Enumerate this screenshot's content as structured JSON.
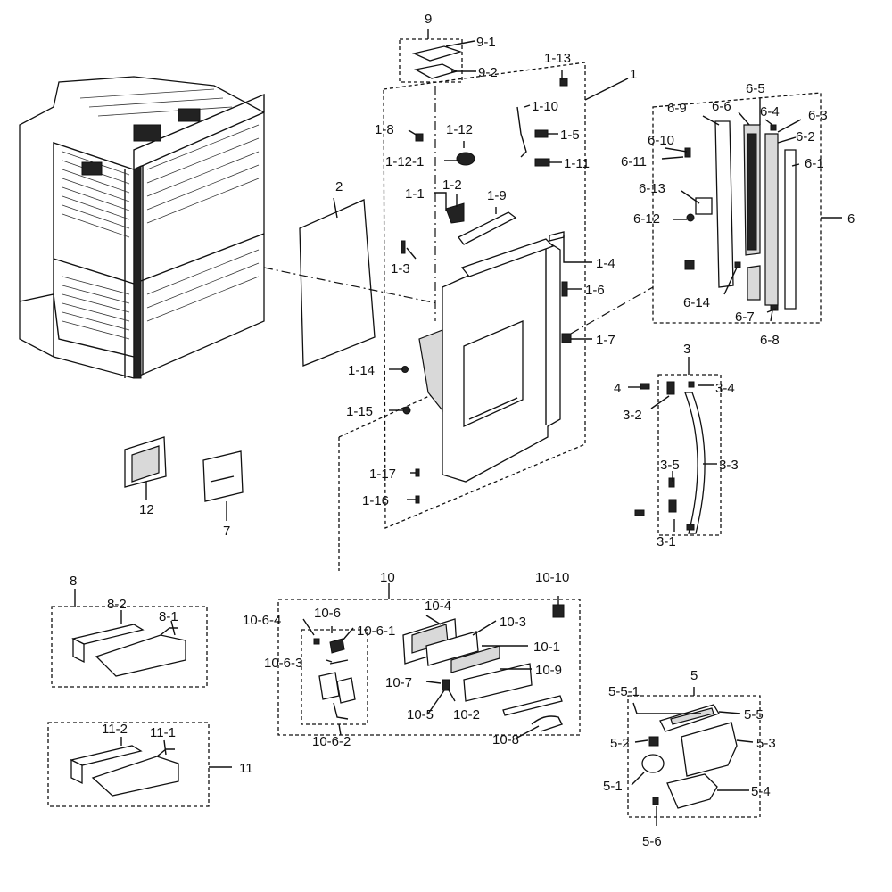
{
  "labels": {
    "l_9": "9",
    "l_9_1": "9-1",
    "l_9_2": "9-2",
    "l_1_13": "1-13",
    "l_1": "1",
    "l_1_8": "1-8",
    "l_1_12": "1-12",
    "l_1_12_1": "1-12-1",
    "l_1_10": "1-10",
    "l_1_5": "1-5",
    "l_1_11": "1-11",
    "l_1_1": "1-1",
    "l_1_2": "1-2",
    "l_1_9": "1-9",
    "l_1_3": "1-3",
    "l_1_4": "1-4",
    "l_1_6": "1-6",
    "l_1_7": "1-7",
    "l_1_14": "1-14",
    "l_1_15": "1-15",
    "l_1_17": "1-17",
    "l_1_16": "1-16",
    "l_2": "2",
    "l_12": "12",
    "l_7": "7",
    "l_6_9": "6-9",
    "l_6_6": "6-6",
    "l_6_5": "6-5",
    "l_6_4": "6-4",
    "l_6_3": "6-3",
    "l_6_10": "6-10",
    "l_6_2": "6-2",
    "l_6_11": "6-11",
    "l_6_1": "6-1",
    "l_6_13": "6-13",
    "l_6": "6",
    "l_6_12": "6-12",
    "l_6_14": "6-14",
    "l_6_7": "6-7",
    "l_6_8": "6-8",
    "l_3": "3",
    "l_4": "4",
    "l_3_4": "3-4",
    "l_3_2": "3-2",
    "l_3_5": "3-5",
    "l_3_3": "3-3",
    "l_3_1": "3-1",
    "l_8": "8",
    "l_8_2": "8-2",
    "l_8_1": "8-1",
    "l_11_2": "11-2",
    "l_11_1": "11-1",
    "l_11": "11",
    "l_10": "10",
    "l_10_10": "10-10",
    "l_10_6_4": "10-6-4",
    "l_10_6": "10-6",
    "l_10_4": "10-4",
    "l_10_3": "10-3",
    "l_10_6_1": "10-6-1",
    "l_10_1": "10-1",
    "l_10_6_3": "10-6-3",
    "l_10_9": "10-9",
    "l_10_7": "10-7",
    "l_10_5": "10-5",
    "l_10_2": "10-2",
    "l_10_8": "10-8",
    "l_10_6_2": "10-6-2",
    "l_5": "5",
    "l_5_5_1": "5-5-1",
    "l_5_5": "5-5",
    "l_5_2": "5-2",
    "l_5_3": "5-3",
    "l_5_1": "5-1",
    "l_5_4": "5-4",
    "l_5_6": "5-6"
  }
}
